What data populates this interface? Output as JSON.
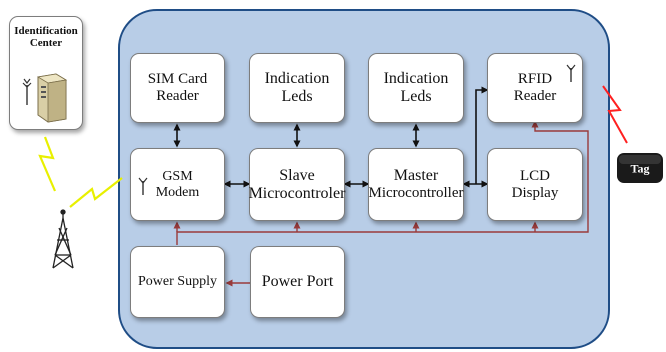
{
  "colors": {
    "panel_fill": "#b8cde7",
    "panel_border": "#1f4d86",
    "bus_line": "#9a3b3b",
    "signal": "#ff2020",
    "wireless": "#e8f000",
    "tag_fill": "#1a1a1a"
  },
  "identification_center": {
    "line1": "Identification",
    "line2": "Center",
    "icon": "server-icon"
  },
  "blocks": {
    "sim_card_reader": {
      "line1": "SIM Card",
      "line2": "Reader"
    },
    "indication_leds_1": {
      "line1": "Indication Leds"
    },
    "indication_leds_2": {
      "line1": "Indication Leds"
    },
    "rfid_reader": {
      "line1": "RFID",
      "line2": "Reader",
      "icon": "antenna-icon"
    },
    "gsm_modem": {
      "line1": "GSM",
      "line2": "Modem",
      "icon": "antenna-icon"
    },
    "slave_microcontroller": {
      "line1": "Slave",
      "line2": "Microcontroler"
    },
    "master_microcontroller": {
      "line1": "Master",
      "line2": "Microcontroller"
    },
    "lcd_display": {
      "line1": "LCD",
      "line2": "Display"
    },
    "power_supply": {
      "line1": "Power Supply"
    },
    "power_port": {
      "line1": "Power Port"
    }
  },
  "tag": {
    "label": "Tag"
  },
  "tower": {
    "icon": "cell-tower-icon"
  }
}
